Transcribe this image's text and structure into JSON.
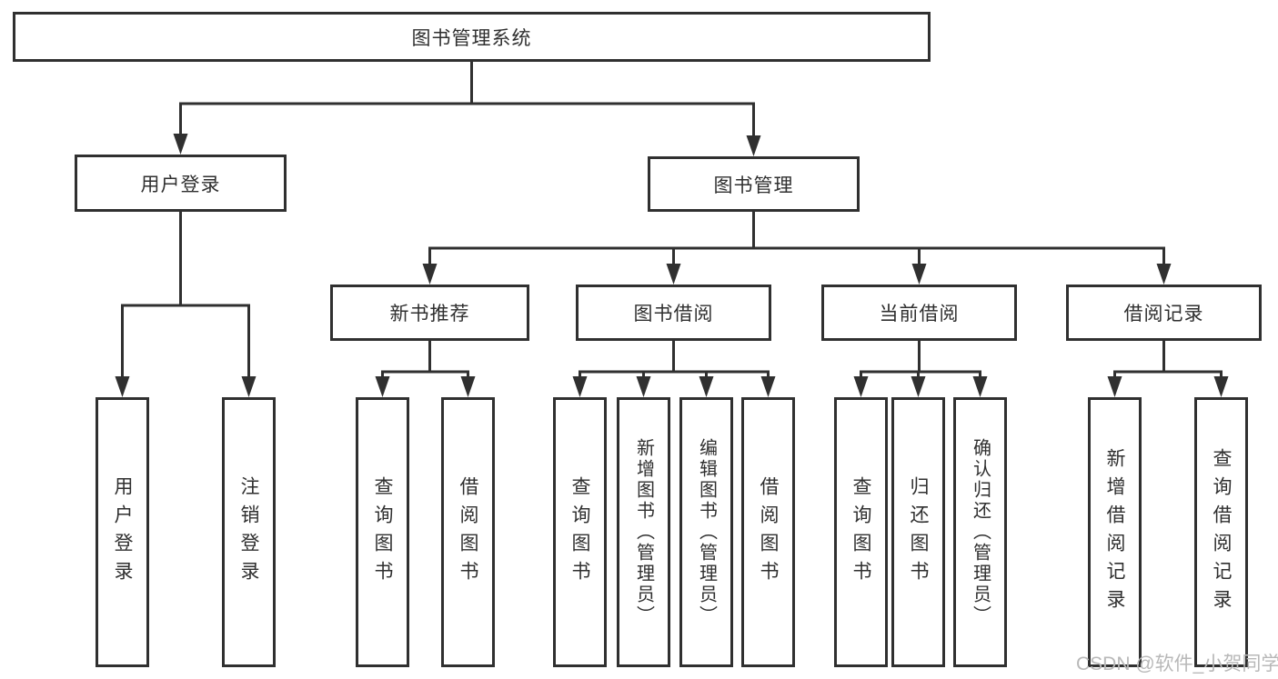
{
  "tree": {
    "root": {
      "label": "图书管理系统"
    },
    "branches": [
      {
        "label": "用户登录",
        "children": [
          {
            "label": "用户登录"
          },
          {
            "label": "注销登录"
          }
        ]
      },
      {
        "label": "图书管理",
        "children": [
          {
            "label": "新书推荐",
            "children": [
              {
                "label": "查询图书"
              },
              {
                "label": "借阅图书"
              }
            ]
          },
          {
            "label": "图书借阅",
            "children": [
              {
                "label": "查询图书"
              },
              {
                "label": "新增图书（管理员）"
              },
              {
                "label": "编辑图书（管理员）"
              },
              {
                "label": "借阅图书"
              }
            ]
          },
          {
            "label": "当前借阅",
            "children": [
              {
                "label": "查询图书"
              },
              {
                "label": "归还图书"
              },
              {
                "label": "确认归还（管理员）"
              }
            ]
          },
          {
            "label": "借阅记录",
            "children": [
              {
                "label": "新增借阅记录"
              },
              {
                "label": "查询借阅记录"
              }
            ]
          }
        ]
      }
    ]
  },
  "watermark": "CSDN @软件_小贺同学",
  "colors": {
    "background": "#ffffff",
    "line": "#303030",
    "box_border": "#303030",
    "text": "#2f2f2f",
    "watermark": "#b8b8b8"
  }
}
